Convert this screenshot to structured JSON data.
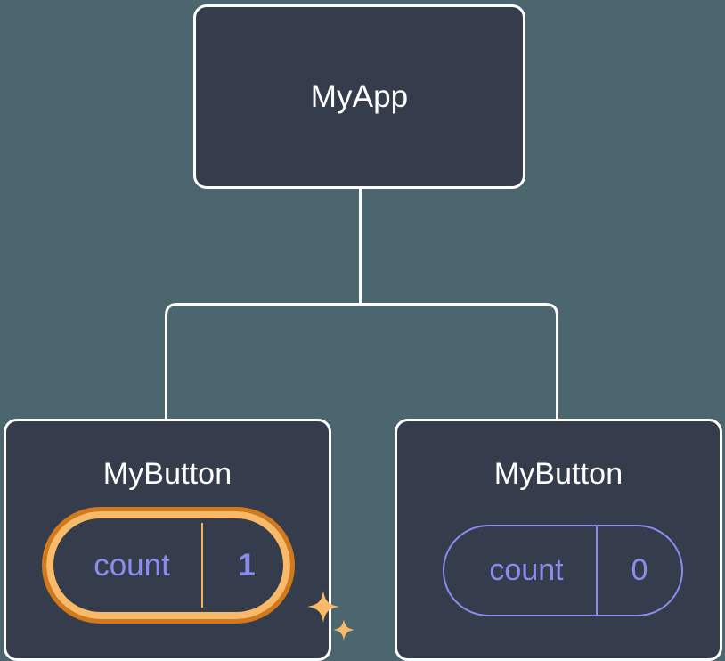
{
  "diagram": {
    "type": "component-tree",
    "background_color": "#4c666f",
    "node_fill_color": "#353c4b",
    "node_border_color": "#ffffff",
    "connector_color": "#ffffff",
    "state_text_color": "#8b8cf0",
    "highlight_outer_color": "#d1791b",
    "highlight_inner_color": "#f8b968",
    "sparkle_color": "#f8b968"
  },
  "root": {
    "title": "MyApp"
  },
  "children": [
    {
      "title": "MyButton",
      "state": {
        "name": "count",
        "value": "1"
      },
      "highlighted": true,
      "sparkles": 2
    },
    {
      "title": "MyButton",
      "state": {
        "name": "count",
        "value": "0"
      },
      "highlighted": false,
      "sparkles": 0
    }
  ]
}
